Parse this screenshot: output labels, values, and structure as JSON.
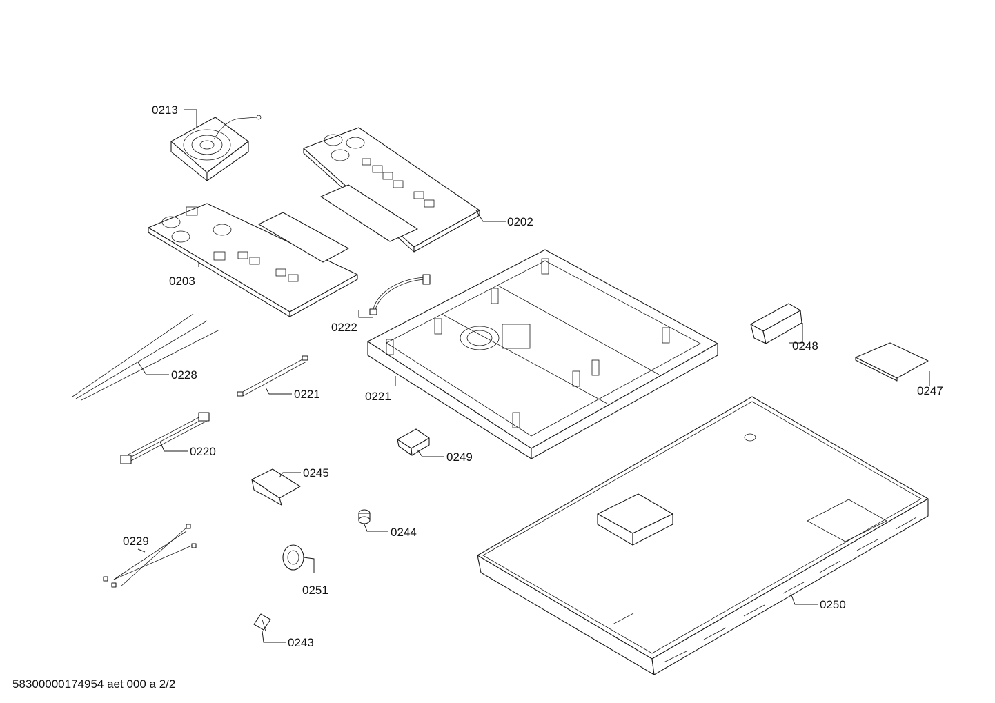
{
  "labels": {
    "p0213": "0213",
    "p0202": "0202",
    "p0203": "0203",
    "p0222": "0222",
    "p0248": "0248",
    "p0247": "0247",
    "p0228": "0228",
    "p0221a": "0221",
    "p0221b": "0221",
    "p0220": "0220",
    "p0249": "0249",
    "p0245": "0245",
    "p0244": "0244",
    "p0229": "0229",
    "p0251": "0251",
    "p0250": "0250",
    "p0243": "0243"
  },
  "footer": "58300000174954 aet 000 a 2/2"
}
